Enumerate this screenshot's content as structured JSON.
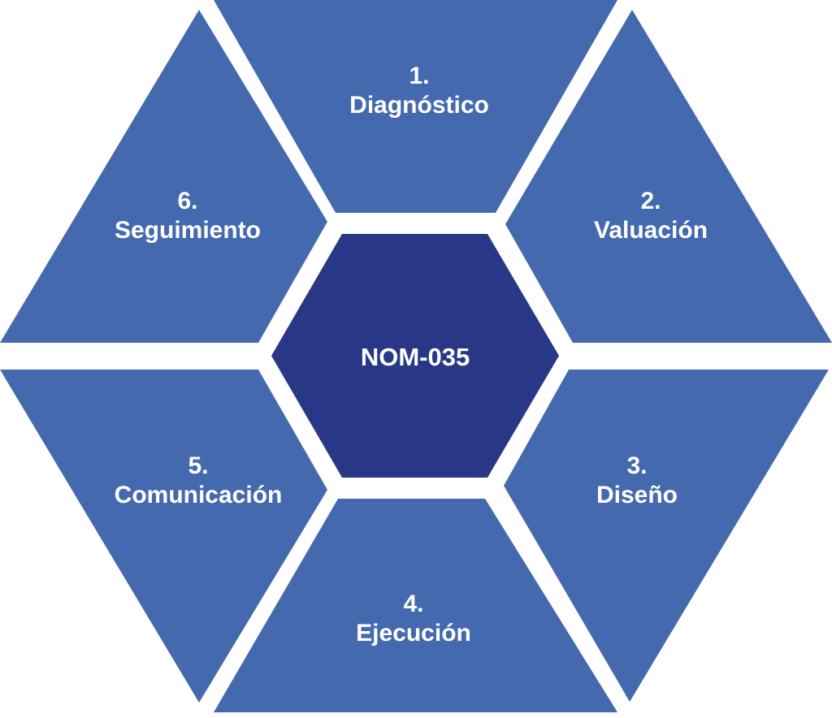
{
  "diagram": {
    "center": {
      "label": "NOM-035",
      "color": "#283886"
    },
    "segment_color": "#4469ae",
    "text_color": "#ffffff",
    "segments": [
      {
        "number": "1.",
        "name": "Diagnóstico"
      },
      {
        "number": "2.",
        "name": "Valuación"
      },
      {
        "number": "3.",
        "name": "Diseño"
      },
      {
        "number": "4.",
        "name": "Ejecución"
      },
      {
        "number": "5.",
        "name": "Comunicación"
      },
      {
        "number": "6.",
        "name": "Seguimiento"
      }
    ]
  }
}
